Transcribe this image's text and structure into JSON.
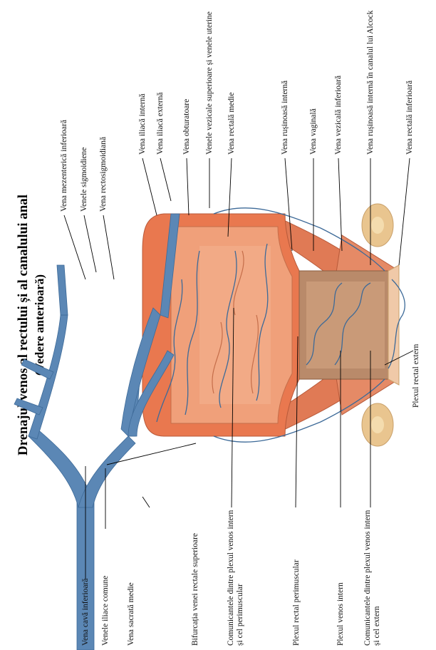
{
  "title": "Drenajul venos al rectului și al canalului anal",
  "subtitle": "(Vedere anterioară)",
  "labels": {
    "vena_cava_inferioara": "Vena cavă inferioară",
    "venele_iliace_comune": "Venele iliace comune",
    "vena_sacrata_medie": "Vena sacrată medie",
    "bifurcatia": "Bifurcația venei rectale superioare",
    "comunicantele_perimuscular": "Comunicantele dintre plexul venos intern și cel perimuscular",
    "plexul_rectal_perimuscular": "Plexul rectal perimuscular",
    "plexul_venos_intern": "Plexul venos intern",
    "comunicantele_extern": "Comunicantele dintre plexul venos intern și cel extern",
    "plexul_rectal_extern": "Plexul rectal extern",
    "vena_mezenterica_inferioara": "Vena mezenterică inferioară",
    "venele_sigmoidiene": "Venele sigmoidiene",
    "vena_rectosigmoidiana": "Vena rectosigmoidiană",
    "vena_iliaca_interna": "Vena iliacă internă",
    "vena_iliaca_externa": "Vena iliacă externă",
    "vena_obturatoare": "Vena obturatoare",
    "venele_vezicale": "Venele vezicale superioare și venele uterine",
    "vena_rectala_medie": "Vena rectală medie",
    "vena_rusinoasa_interna": "Vena rușinoasă internă",
    "vena_vaginala": "Vena vaginală",
    "vena_vezicala_inferioara": "Vena vezicală inferioară",
    "vena_rusinoasa_alcock": "Vena rușinoasă internă în canalul lui Alcock",
    "vena_rectala_inferioara": "Vena rectală inferioară"
  },
  "colors": {
    "vein": "#5b87b5",
    "muscle": "#e07a55",
    "mucosa": "#f0a07a",
    "anal_canal": "#b98a6a",
    "bone": "#e9c58f"
  }
}
